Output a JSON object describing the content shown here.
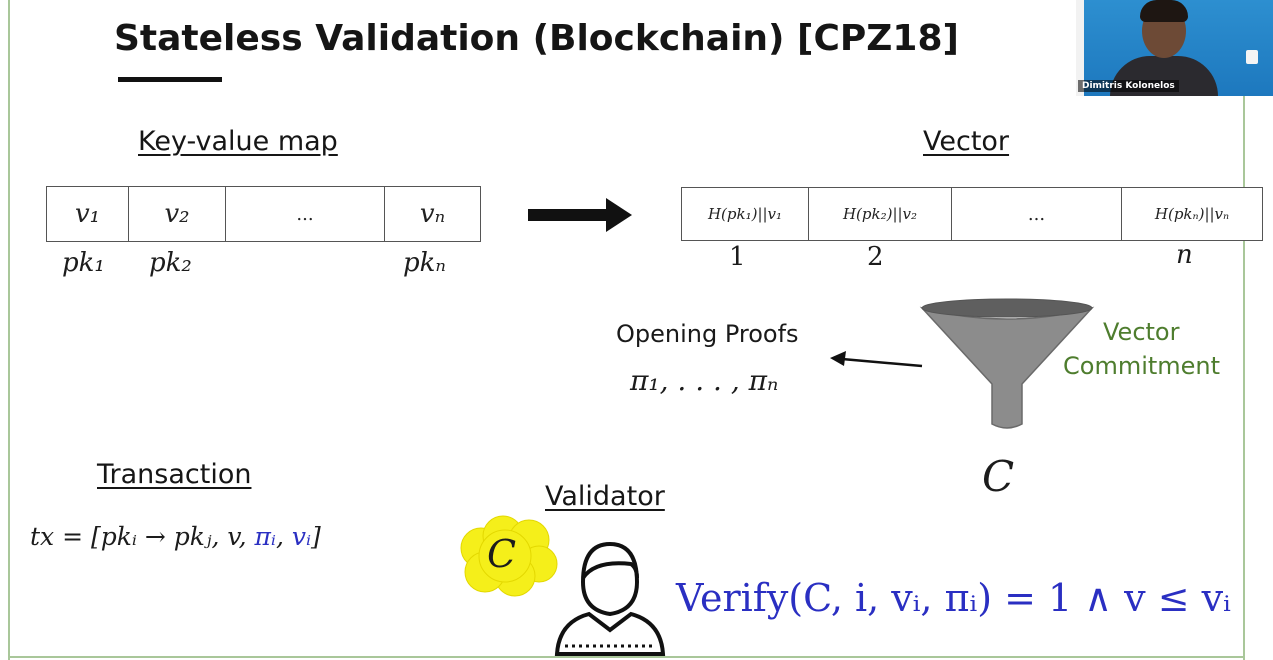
{
  "slide": {
    "title": "Stateless Validation (Blockchain) [CPZ18]",
    "keyvalue": {
      "heading": "Key-value map",
      "cells": [
        "v₁",
        "v₂",
        "...",
        "vₙ"
      ],
      "keys": [
        "pk₁",
        "pk₂",
        "pkₙ"
      ]
    },
    "vector": {
      "heading": "Vector",
      "cells": [
        "H(pk₁)||v₁",
        "H(pk₂)||v₂",
        "...",
        "H(pkₙ)||vₙ"
      ],
      "indices": [
        "1",
        "2",
        "n"
      ]
    },
    "opening_proofs": {
      "label": "Opening Proofs",
      "formula": "π₁, . . . , πₙ"
    },
    "vector_commitment": {
      "line1": "Vector",
      "line2": "Commitment"
    },
    "commitment_symbol": "C",
    "transaction": {
      "heading": "Transaction",
      "prefix": "tx = [pkᵢ → pkⱼ, v, ",
      "pi": "πᵢ",
      "sep": ", ",
      "v": "vᵢ",
      "suffix": "]"
    },
    "validator": {
      "heading": "Validator",
      "cloud_symbol": "C",
      "verify": "Verify(C, i, vᵢ, πᵢ) = 1 ∧ v ≤ vᵢ"
    }
  },
  "webcam": {
    "name": "Dimitris Kolonelos"
  },
  "colors": {
    "accent_green": "#4e7d2e",
    "accent_blue": "#2a2fc2",
    "cloud_yellow": "#f5ef1a",
    "funnel_gray": "#8c8c8c"
  }
}
